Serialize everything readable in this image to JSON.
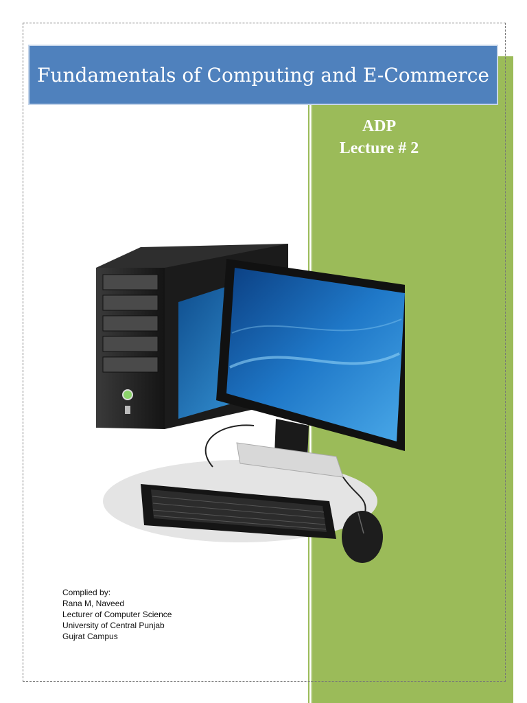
{
  "document": {
    "title": "Fundamentals of Computing and E-Commerce",
    "program": "ADP",
    "lecture": "Lecture # 2",
    "illustration_icon": "desktop-computer-icon",
    "credits": [
      "Complied by:",
      "Rana M, Naveed",
      "Lecturer of Computer Science",
      "University of Central Punjab",
      "Gujrat Campus"
    ]
  },
  "colors": {
    "title_bar": "#4f81bd",
    "green_band": "#9bbb59",
    "text_white": "#ffffff"
  }
}
